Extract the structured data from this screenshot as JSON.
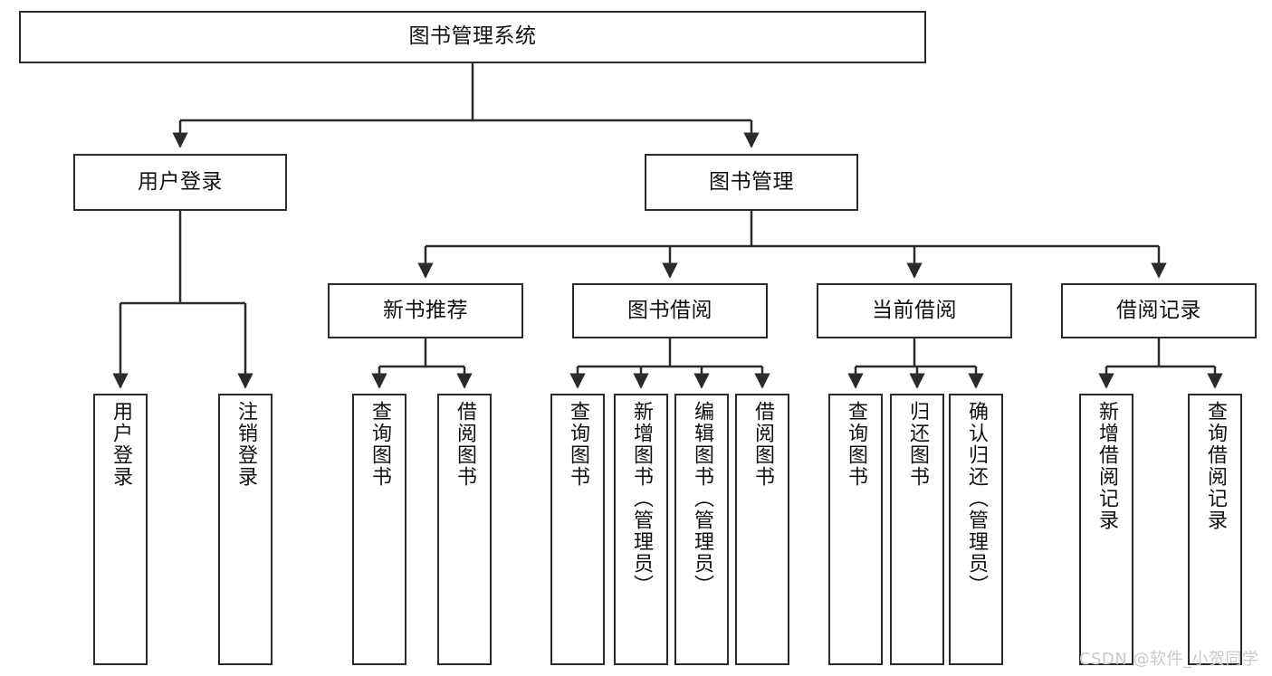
{
  "diagram": {
    "title": "图书管理系统",
    "type": "tree-hierarchy",
    "watermark": "CSDN @软件_小贺同学",
    "colors": {
      "stroke": "#2b2b2b",
      "fill": "#ffffff",
      "text": "#111111",
      "watermark": "#c9c9c9"
    }
  },
  "nodes": {
    "root": {
      "label": "图书管理系统"
    },
    "level2": [
      {
        "id": "user-login",
        "label": "用户登录"
      },
      {
        "id": "book-manage",
        "label": "图书管理"
      }
    ],
    "level3": [
      {
        "id": "new-book-recommend",
        "label": "新书推荐"
      },
      {
        "id": "book-borrow",
        "label": "图书借阅"
      },
      {
        "id": "current-borrow",
        "label": "当前借阅"
      },
      {
        "id": "borrow-record",
        "label": "借阅记录"
      }
    ],
    "leaves": {
      "user-login": [
        {
          "id": "leaf-user-login",
          "label": "用户登录"
        },
        {
          "id": "leaf-logout",
          "label": "注销登录"
        }
      ],
      "new-book-recommend": [
        {
          "id": "leaf-query-book-1",
          "label": "查询图书"
        },
        {
          "id": "leaf-borrow-book-1",
          "label": "借阅图书"
        }
      ],
      "book-borrow": [
        {
          "id": "leaf-query-book-2",
          "label": "查询图书"
        },
        {
          "id": "leaf-add-book",
          "label": "新增图书（管理员）"
        },
        {
          "id": "leaf-edit-book",
          "label": "编辑图书（管理员）"
        },
        {
          "id": "leaf-borrow-book-2",
          "label": "借阅图书"
        }
      ],
      "current-borrow": [
        {
          "id": "leaf-query-book-3",
          "label": "查询图书"
        },
        {
          "id": "leaf-return-book",
          "label": "归还图书"
        },
        {
          "id": "leaf-confirm-return",
          "label": "确认归还（管理员）"
        }
      ],
      "borrow-record": [
        {
          "id": "leaf-add-record",
          "label": "新增借阅记录"
        },
        {
          "id": "leaf-query-record",
          "label": "查询借阅记录"
        }
      ]
    }
  }
}
